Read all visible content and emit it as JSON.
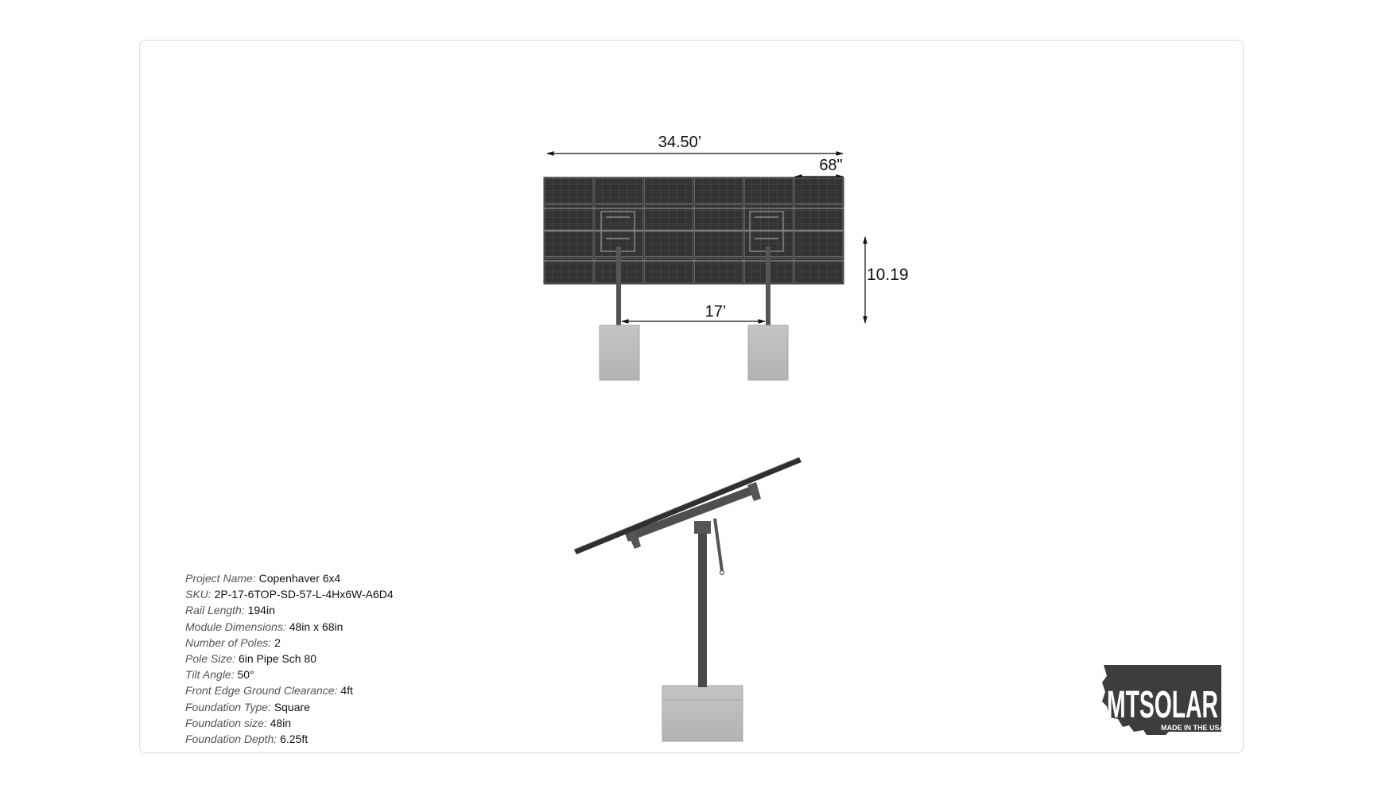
{
  "dimensions": {
    "overall_width": "34.50’",
    "module_width": "68\"",
    "height": "10.19",
    "pole_spacing": "17’"
  },
  "specs": [
    {
      "label": "Project Name:",
      "value": "Copenhaver 6x4"
    },
    {
      "label": "SKU:",
      "value": "2P-17-6TOP-SD-57-L-4Hx6W-A6D4"
    },
    {
      "label": "Rail Length:",
      "value": "194in"
    },
    {
      "label": "Module Dimensions:",
      "value": "48in x 68in"
    },
    {
      "label": "Number of Poles:",
      "value": "2"
    },
    {
      "label": "Pole Size:",
      "value": "6in Pipe Sch 80"
    },
    {
      "label": "Tilt Angle:",
      "value": "50°"
    },
    {
      "label": "Front Edge Ground Clearance:",
      "value": "4ft"
    },
    {
      "label": "Foundation Type:",
      "value": "Square"
    },
    {
      "label": "Foundation size:",
      "value": "48in"
    },
    {
      "label": "Foundation Depth:",
      "value": "6.25ft"
    }
  ],
  "logo": {
    "brand": "MTSOLAR",
    "tagline": "MADE IN THE USA"
  },
  "colors": {
    "panel": "#3a3a3a",
    "frame": "#555555",
    "concrete": "#bdbdbd",
    "post": "#4a4a4a"
  }
}
